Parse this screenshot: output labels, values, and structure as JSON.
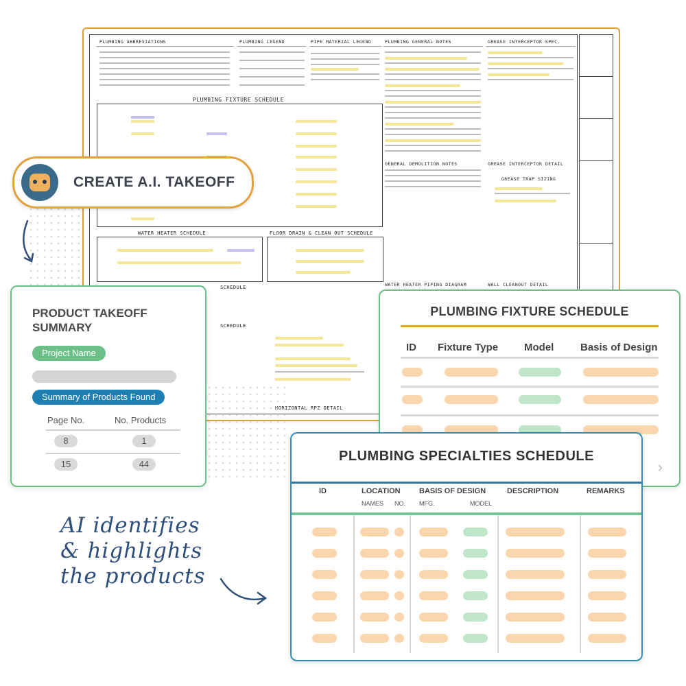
{
  "colors": {
    "accent_orange": "#e3a13c",
    "accent_green": "#6cbf87",
    "accent_blue": "#1e7fb2",
    "highlight_yellow": "#f6e38b",
    "script_blue": "#2e4f7a"
  },
  "blueprint": {
    "sections": {
      "abbreviations": "PLUMBING ABBREVIATIONS",
      "legend": "PLUMBING LEGEND",
      "pipe_material": "PIPE MATERIAL LEGEND",
      "general_notes": "PLUMBING GENERAL NOTES",
      "grease_spec": "GREASE INTERCEPTOR SPEC.",
      "fixture_schedule": "PLUMBING FIXTURE SCHEDULE",
      "demolition": "GENERAL DEMOLITION NOTES",
      "grease_detail": "GREASE INTERCEPTOR DETAIL",
      "grease_sizing": "GREASE TRAP SIZING",
      "water_heater": "WATER HEATER SCHEDULE",
      "floor_drain": "FLOOR DRAIN & CLEAN OUT SCHEDULE",
      "schedule_1": "SCHEDULE",
      "schedule_2": "SCHEDULE",
      "wh_piping": "WATER HEATER PIPING DIAGRAM",
      "wall_cleanout": "WALL CLEANOUT DETAIL",
      "horizontal_rpz": "HORIZONTAL RPZ DETAIL"
    }
  },
  "ai_button": {
    "label": "CREATE A.I. TAKEOFF",
    "icon": "robot-icon"
  },
  "summary": {
    "title": "PRODUCT TAKEOFF SUMMARY",
    "project_badge": "Project Name",
    "products_badge": "Summary of Products Found",
    "columns": [
      "Page No.",
      "No. Products"
    ],
    "rows": [
      {
        "page": "8",
        "products": "1"
      },
      {
        "page": "15",
        "products": "44"
      }
    ]
  },
  "fixture_schedule": {
    "title": "PLUMBING FIXTURE SCHEDULE",
    "columns": [
      "ID",
      "Fixture Type",
      "Model",
      "Basis of Design"
    ]
  },
  "specialties_schedule": {
    "title": "PLUMBING SPECIALTIES SCHEDULE",
    "columns": [
      "ID",
      "LOCATION",
      "BASIS OF DESIGN",
      "DESCRIPTION",
      "REMARKS"
    ],
    "subcolumns": [
      "NAMES",
      "NO.",
      "MFG.",
      "MODEL"
    ]
  },
  "caption": {
    "line1": "AI identifies",
    "line2": "& highlights",
    "line3": "the products"
  }
}
